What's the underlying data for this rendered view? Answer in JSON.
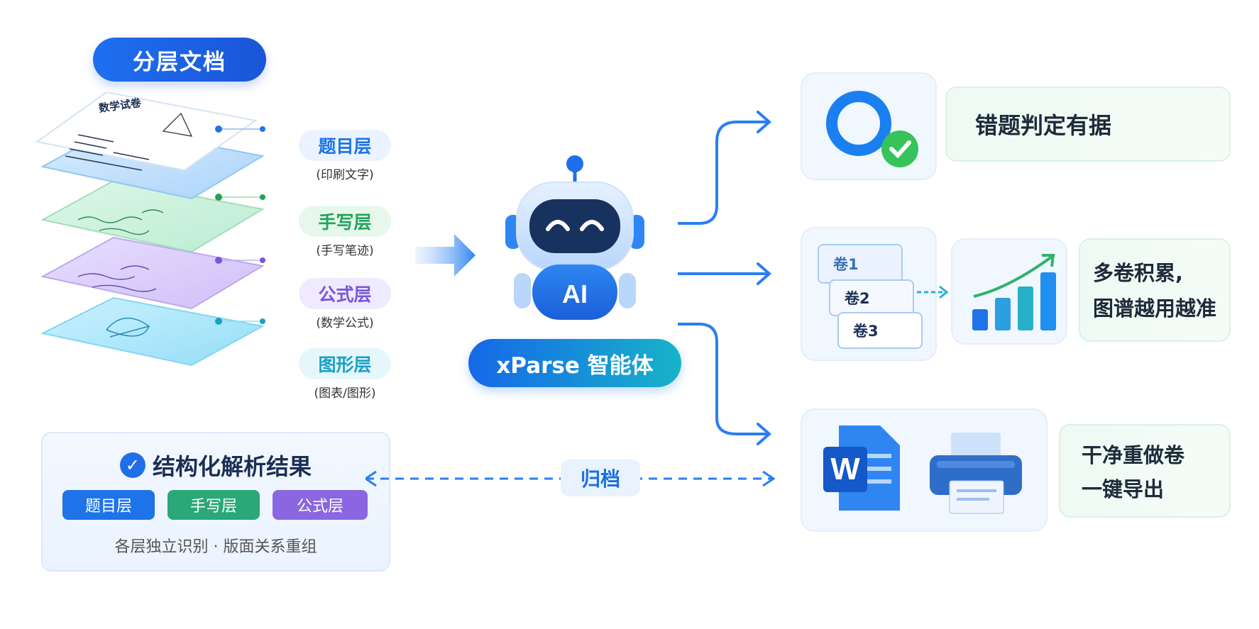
{
  "layered_doc": {
    "title": "分层文档",
    "paper_heading": "数学试卷",
    "layers": [
      {
        "name": "题目层",
        "sub": "(印刷文字)",
        "color": "#1f73e8"
      },
      {
        "name": "手写层",
        "sub": "(手写笔迹)",
        "color": "#22a35a"
      },
      {
        "name": "公式层",
        "sub": "(数学公式)",
        "color": "#7a55d8"
      },
      {
        "name": "图形层",
        "sub": "(图表/图形)",
        "color": "#1aa0c8"
      }
    ]
  },
  "result": {
    "title": "结构化解析结果",
    "chips": [
      {
        "label": "题目层",
        "color": "#1f73e8"
      },
      {
        "label": "手写层",
        "color": "#2aa877"
      },
      {
        "label": "公式层",
        "color": "#8a66e0"
      }
    ],
    "footer": "各层独立识别 · 版面关系重组"
  },
  "agent": {
    "badge": "AI",
    "name": "xParse 智能体"
  },
  "archive_label": "归档",
  "outputs": [
    {
      "text": "错题判定有据"
    },
    {
      "text_lines": [
        "多卷积累,",
        "图谱越用越准"
      ],
      "volumes": [
        "卷1",
        "卷2",
        "卷3"
      ]
    },
    {
      "text_lines": [
        "干净重做卷",
        "一键导出"
      ],
      "word_letter": "W"
    }
  ]
}
